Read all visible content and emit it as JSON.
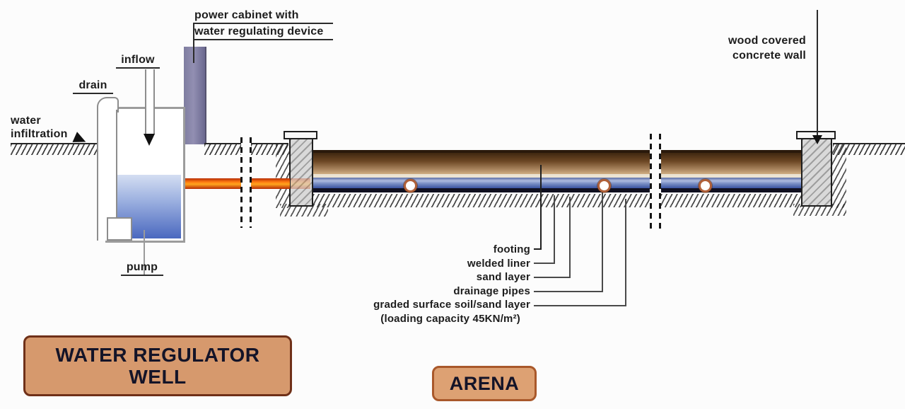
{
  "labels": {
    "power_cabinet_1": "power cabinet with",
    "power_cabinet_2": "water regulating device",
    "inflow": "inflow",
    "drain": "drain",
    "water_infiltration_1": "water",
    "water_infiltration_2": "infiltration",
    "pump": "pump",
    "wood_wall_1": "wood covered",
    "wood_wall_2": "concrete wall",
    "footing": "footing",
    "welded_liner": "welded liner",
    "sand_layer": "sand layer",
    "drainage_pipes": "drainage pipes",
    "graded_surface": "graded surface soil/sand layer",
    "loading_capacity": "(loading capacity 45KN/m²)"
  },
  "legend_boxes": {
    "well_1": "WATER REGULATOR",
    "well_2": "WELL",
    "arena": "ARENA"
  },
  "colors": {
    "legend_fill": "#d6996d",
    "well_border": "#6f3018",
    "arena_border": "#a9582a",
    "pipe_orange": "#ff7d12",
    "water_blue": "#4a68bf",
    "cabinet_purple": "#8d8bad",
    "soil_brown": "#6d4724",
    "liner_dark": "#101020"
  }
}
